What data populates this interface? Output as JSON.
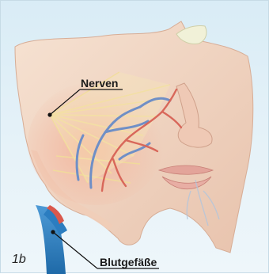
{
  "figure": {
    "number": "1b",
    "labels": {
      "nerves": "Nerven",
      "vessels": "Blutgefäße"
    }
  },
  "colors": {
    "background": "#dcedf6",
    "skin": "#f2d6c0",
    "nerve": "#f3e2a6",
    "vein": "#6f8fc6",
    "artery": "#d8675a",
    "external_vessel": "#2e7fc0"
  }
}
